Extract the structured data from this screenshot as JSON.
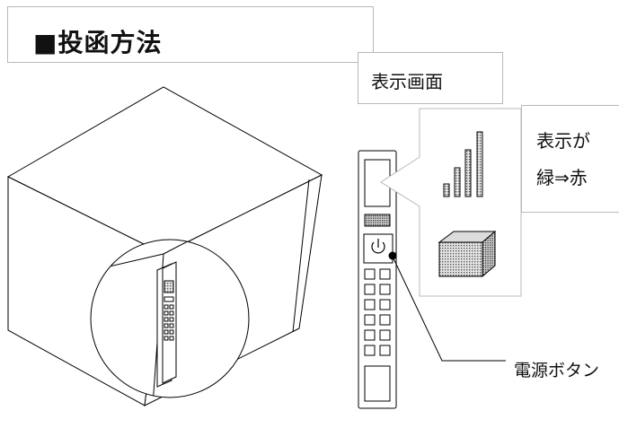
{
  "title": "■投函方法",
  "callouts": {
    "display_screen": "表示画面",
    "status_line1": "表示が",
    "status_line2": "緑⇒赤",
    "power_button": "電源ボタン"
  },
  "colors": {
    "line": "#000000",
    "box_border": "#b8b8b8",
    "hatch_fill": "#9a9a9a"
  },
  "icons": [
    "signal-bars-icon",
    "box-icon",
    "power-icon"
  ]
}
